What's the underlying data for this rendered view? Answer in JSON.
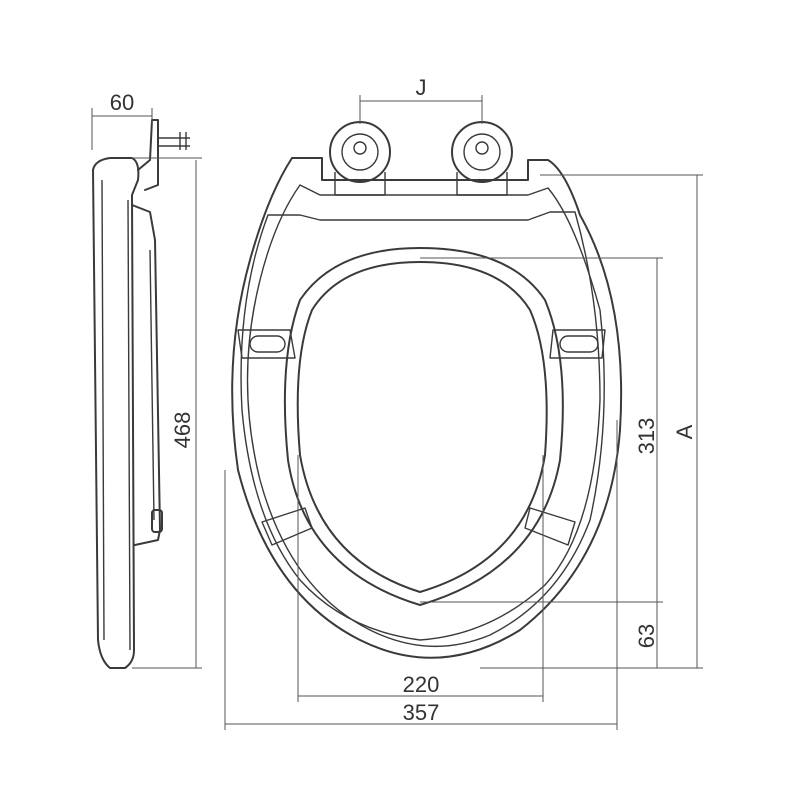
{
  "dimensions": {
    "side_width": "60",
    "side_height": "468",
    "hinge_spacing": "J",
    "overall_length": "A",
    "opening_length": "313",
    "front_offset": "63",
    "opening_width": "220",
    "overall_width": "357"
  }
}
